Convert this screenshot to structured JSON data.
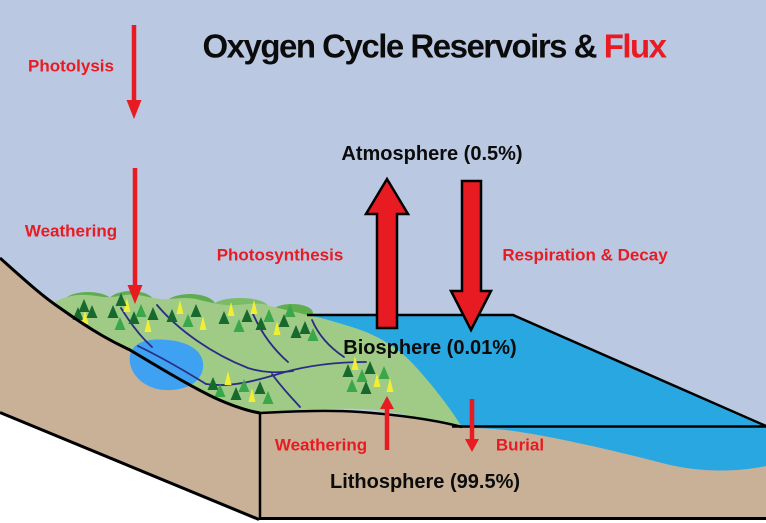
{
  "title": {
    "main": "Oxygen Cycle Reservoirs & ",
    "accent": "Flux"
  },
  "reservoirs": {
    "atmosphere": {
      "label": "Atmosphere (0.5%)",
      "share": "0.5%"
    },
    "biosphere": {
      "label": "Biosphere (0.01%)",
      "share": "0.01%"
    },
    "lithosphere": {
      "label": "Lithosphere (99.5%)",
      "share": "99.5%"
    }
  },
  "fluxes": {
    "photolysis": {
      "label": "Photolysis",
      "direction": "down"
    },
    "weathering_upper": {
      "label": "Weathering",
      "direction": "down"
    },
    "photosynthesis": {
      "label": "Photosynthesis",
      "direction": "up"
    },
    "respiration_decay": {
      "label": "Respiration & Decay",
      "direction": "down"
    },
    "weathering_lower": {
      "label": "Weathering",
      "direction": "up"
    },
    "burial": {
      "label": "Burial",
      "direction": "down"
    }
  },
  "colors": {
    "accent_red": "#e81b23",
    "sky_blue": "#bac8e2",
    "ocean_blue": "#29a7e0",
    "lake_blue": "#3fa1f2",
    "land_green": "#9fcb87",
    "hill_green": "#5fad4e",
    "earth_tan": "#c8b197",
    "river_navy": "#2b2d84",
    "text_black": "#0b0b0b"
  }
}
